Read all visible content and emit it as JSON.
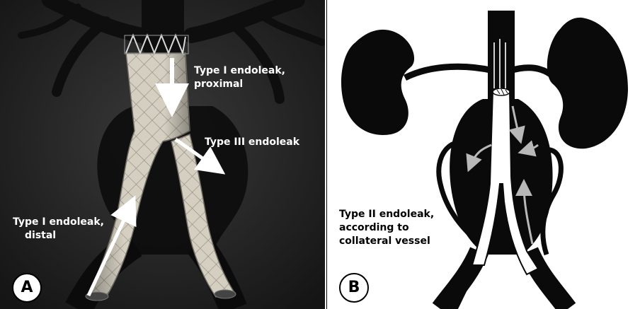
{
  "panel_a": {
    "badge": "A",
    "labels": {
      "type1_proximal_line1": "Type I endoleak,",
      "type1_proximal_line2": "proximal",
      "type3": "Type III endoleak",
      "type1_distal_line1": "Type I endoleak,",
      "type1_distal_line2": "distal"
    }
  },
  "panel_b": {
    "badge": "B",
    "labels": {
      "type2_line1": "Type II endoleak,",
      "type2_line2": "according to",
      "type2_line3": "collateral vessel"
    }
  },
  "colors": {
    "panel_a_background": "#1c1c1c",
    "panel_b_background": "#ffffff",
    "stent_graft": "#cfcabc",
    "arrow_a": "#ffffff",
    "organ_b": "#0a0a0a"
  }
}
